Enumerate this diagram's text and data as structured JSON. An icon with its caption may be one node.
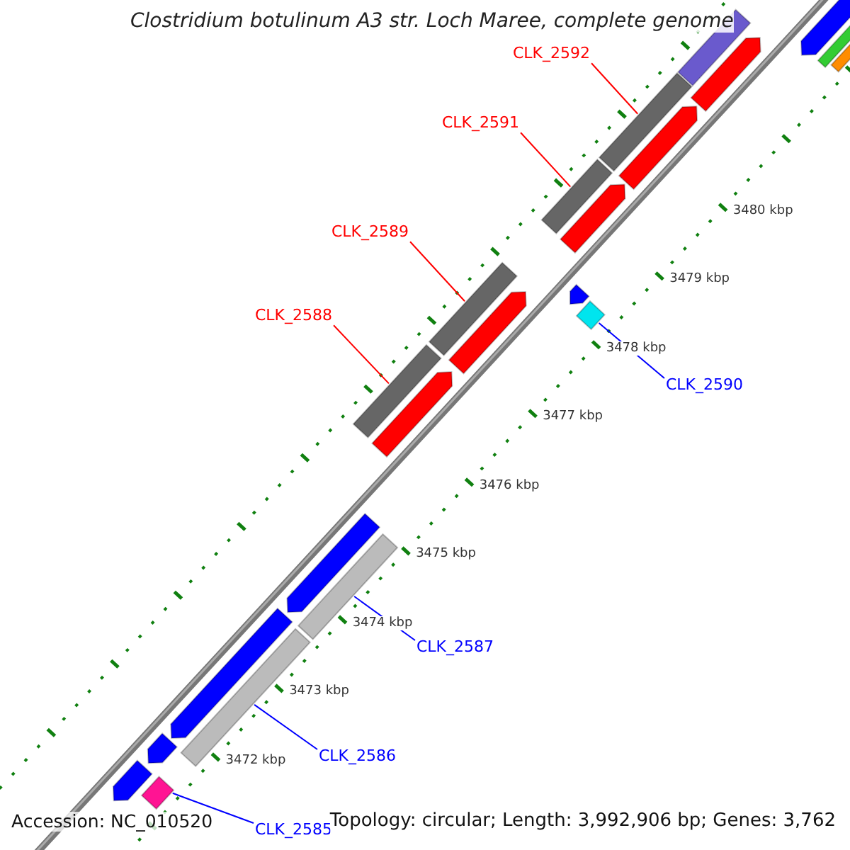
{
  "diagram": {
    "title": "Clostridium botulinum A3 str. Loch Maree, complete genome",
    "nodes": [
      {
        "text": [
          "CLK_2592"
        ]
      },
      {
        "text": [
          "CLK_2591"
        ]
      },
      {
        "text": [
          "CLK_2589"
        ]
      },
      {
        "text": [
          "CLK_2588"
        ]
      },
      {
        "text": [
          "CLK_2590"
        ]
      },
      {
        "text": [
          "CLK_2587"
        ]
      },
      {
        "text": [
          "CLK_2586"
        ]
      },
      {
        "text": [
          "CLK_2585"
        ]
      },
      {
        "text": [],
        "shape": "bar"
      },
      {
        "text": [],
        "shape": "bar"
      },
      {
        "text": [],
        "shape": "bar"
      },
      {
        "text": [],
        "shape": "bar"
      },
      {
        "text": [],
        "shape": "bar"
      },
      {
        "text": [],
        "shape": "bar"
      },
      {
        "text": [],
        "shape": "bar"
      },
      {
        "text": [],
        "shape": "bar"
      },
      {
        "text": [],
        "shape": "arrow"
      },
      {
        "text": [],
        "shape": "arrow"
      },
      {
        "text": [],
        "shape": "arrow"
      },
      {
        "text": [],
        "shape": "arrow"
      },
      {
        "text": [],
        "shape": "arrow"
      },
      {
        "text": [],
        "shape": "bar"
      },
      {
        "text": [],
        "shape": "arrow"
      },
      {
        "text": [],
        "shape": "arrow"
      },
      {
        "text": [],
        "shape": "arrow"
      },
      {
        "text": [],
        "shape": "arrow"
      },
      {
        "text": [],
        "shape": "arrow"
      },
      {
        "text": [],
        "shape": "arrow"
      },
      {
        "text": [],
        "shape": "bar"
      },
      {
        "text": [],
        "shape": "bar"
      }
    ],
    "edges": [
      {
        "from": 0,
        "to": 8,
        "arrow": "none",
        "color": "#ff0000"
      },
      {
        "from": 1,
        "to": 9,
        "arrow": "none",
        "color": "#ff0000"
      },
      {
        "from": 2,
        "to": 10,
        "arrow": "none",
        "color": "#ff0000"
      },
      {
        "from": 3,
        "to": 11,
        "arrow": "none",
        "color": "#ff0000"
      },
      {
        "from": 4,
        "to": 12,
        "arrow": "none",
        "color": "#0000ff"
      },
      {
        "from": 5,
        "to": 13,
        "arrow": "none",
        "color": "#0000ff"
      },
      {
        "from": 6,
        "to": 14,
        "arrow": "none",
        "color": "#0000ff"
      },
      {
        "from": 7,
        "to": 15,
        "arrow": "none",
        "color": "#0000ff"
      }
    ],
    "labels": [
      "3480 kbp",
      "3479 kbp",
      "3478 kbp",
      "3477 kbp",
      "3476 kbp",
      "3475 kbp",
      "3474 kbp",
      "3473 kbp",
      "3472 kbp",
      "Accession: NC_010520",
      "Topology: circular; Length: 3,992,906 bp; Genes: 3,762"
    ]
  }
}
